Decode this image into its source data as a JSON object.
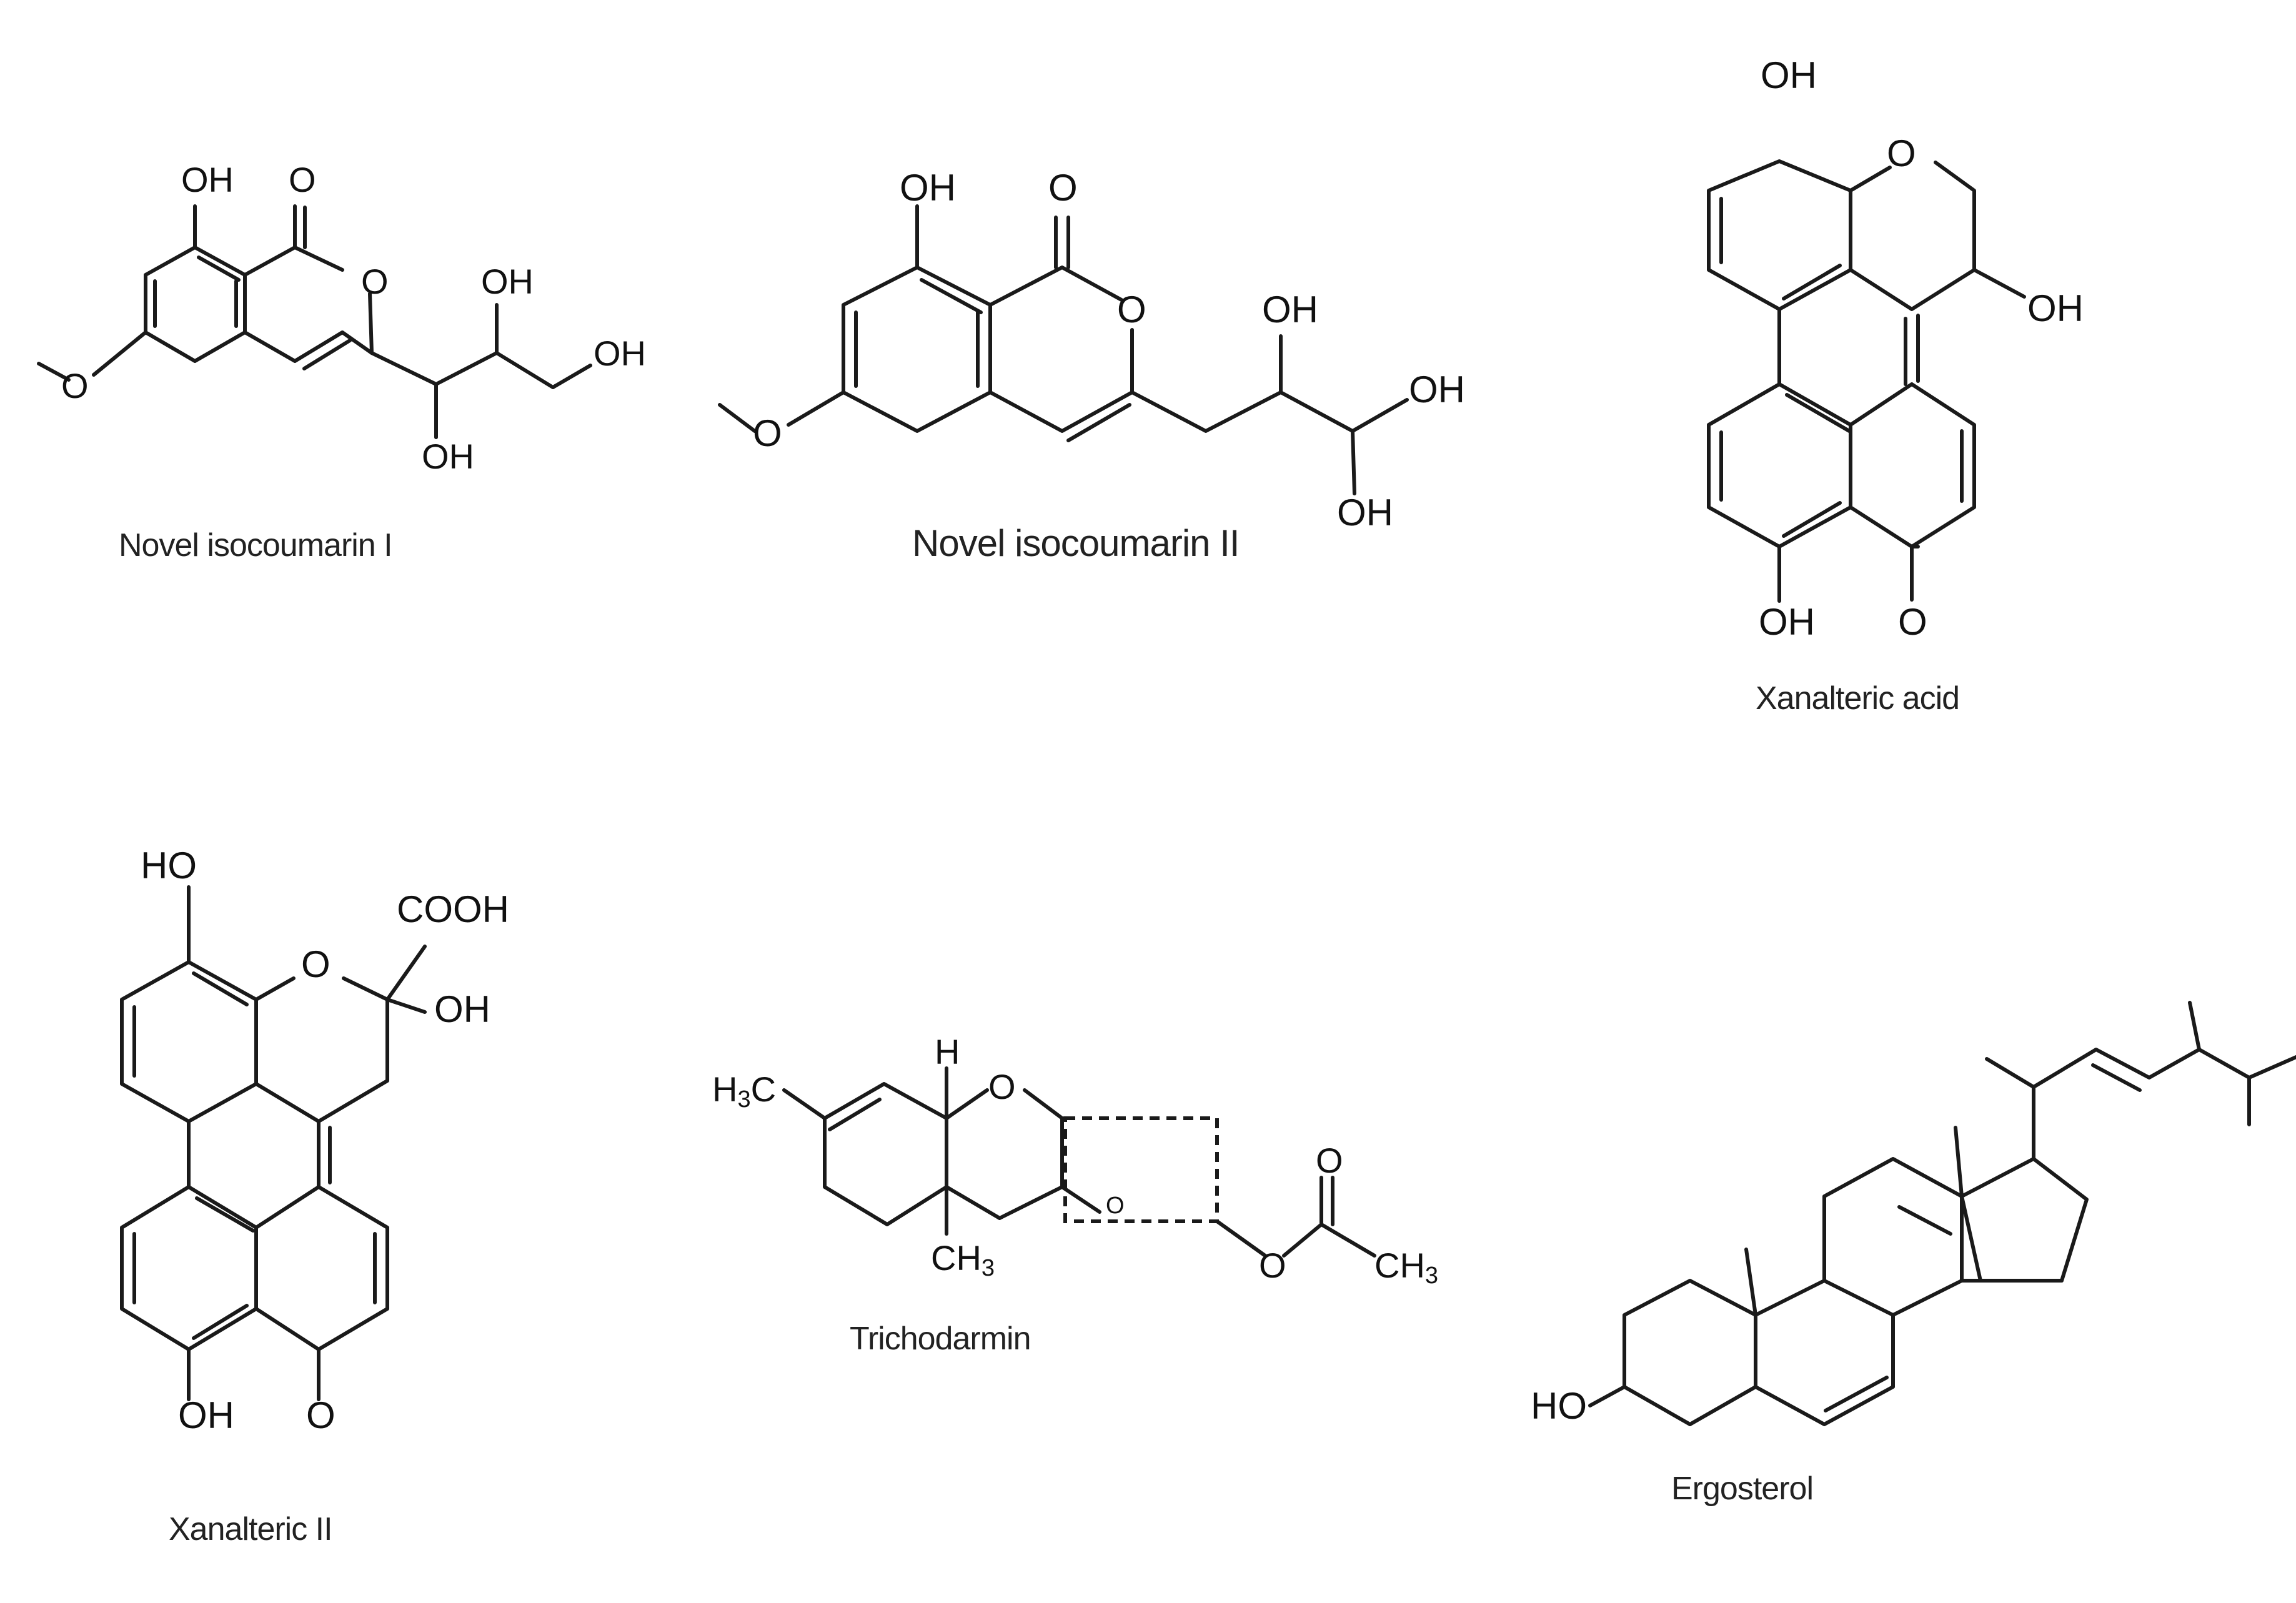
{
  "compounds": [
    {
      "id": "c1",
      "name": "Novel isocoumarin I",
      "labels": {
        "oh_top": "OH",
        "o_carbonyl": "O",
        "o_ring": "O",
        "o_methoxy": "O",
        "oh_side1": "OH",
        "oh_side2": "OH",
        "oh_side3": "OH"
      }
    },
    {
      "id": "c2",
      "name": "Novel isocoumarin II",
      "labels": {
        "oh_top": "OH",
        "o_carbonyl": "O",
        "o_ring": "O",
        "o_methoxy": "O",
        "oh_side1": "OH",
        "oh_side2": "OH",
        "oh_side3": "OH"
      }
    },
    {
      "id": "c3",
      "name": "Xanalteric acid",
      "labels": {
        "oh_top": "OH",
        "o_ring": "O",
        "oh_right": "OH",
        "oh_bottom": "OH",
        "o_ketone": "O"
      }
    },
    {
      "id": "c4",
      "name": "Xanalteric II",
      "labels": {
        "ho_top": "HO",
        "cooh": "COOH",
        "o_ring": "O",
        "oh_right": "OH",
        "oh_bottom": "OH",
        "o_ketone": "O"
      }
    },
    {
      "id": "c5",
      "name": "Trichodarmin",
      "labels": {
        "h3c_main": "H",
        "h3c_sub": "3",
        "h3c_c": "C",
        "h": "H",
        "o_ring": "O",
        "o_epoxide": "O",
        "ch3_main": "CH",
        "ch3_sub": "3",
        "o_ester": "O",
        "o_carbonyl": "O",
        "ch3b_main": "CH",
        "ch3b_sub": "3"
      }
    },
    {
      "id": "c6",
      "name": "Ergosterol",
      "labels": {
        "ho": "HO"
      }
    }
  ]
}
